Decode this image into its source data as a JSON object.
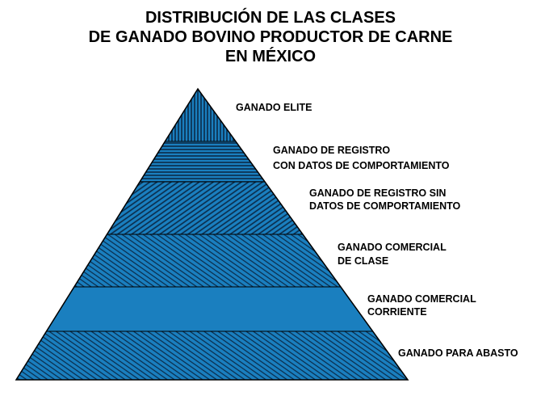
{
  "title": {
    "lines": [
      "DISTRIBUCIÓN DE LAS CLASES",
      "DE GANADO BOVINO PRODUCTOR DE CARNE",
      "EN MÉXICO"
    ]
  },
  "levels": [
    {
      "lines": [
        "GANADO ELITE"
      ],
      "pattern": "vertical"
    },
    {
      "lines": [
        "GANADO DE REGISTRO",
        "CON DATOS DE COMPORTAMIENTO"
      ],
      "pattern": "horizontal"
    },
    {
      "lines": [
        "GANADO DE REGISTRO SIN",
        "DATOS DE COMPORTAMIENTO"
      ],
      "pattern": "diagonal-forward"
    },
    {
      "lines": [
        "GANADO COMERCIAL",
        "DE CLASE"
      ],
      "pattern": "diagonal-backward"
    },
    {
      "lines": [
        "GANADO COMERCIAL",
        "CORRIENTE"
      ],
      "pattern": "solid"
    },
    {
      "lines": [
        "GANADO PARA ABASTO"
      ],
      "pattern": "diagonal-backward"
    }
  ],
  "colors": {
    "fill": "#1a7fbf",
    "hatch": "#0a2a48",
    "outline": "#000000",
    "text": "#000000"
  }
}
